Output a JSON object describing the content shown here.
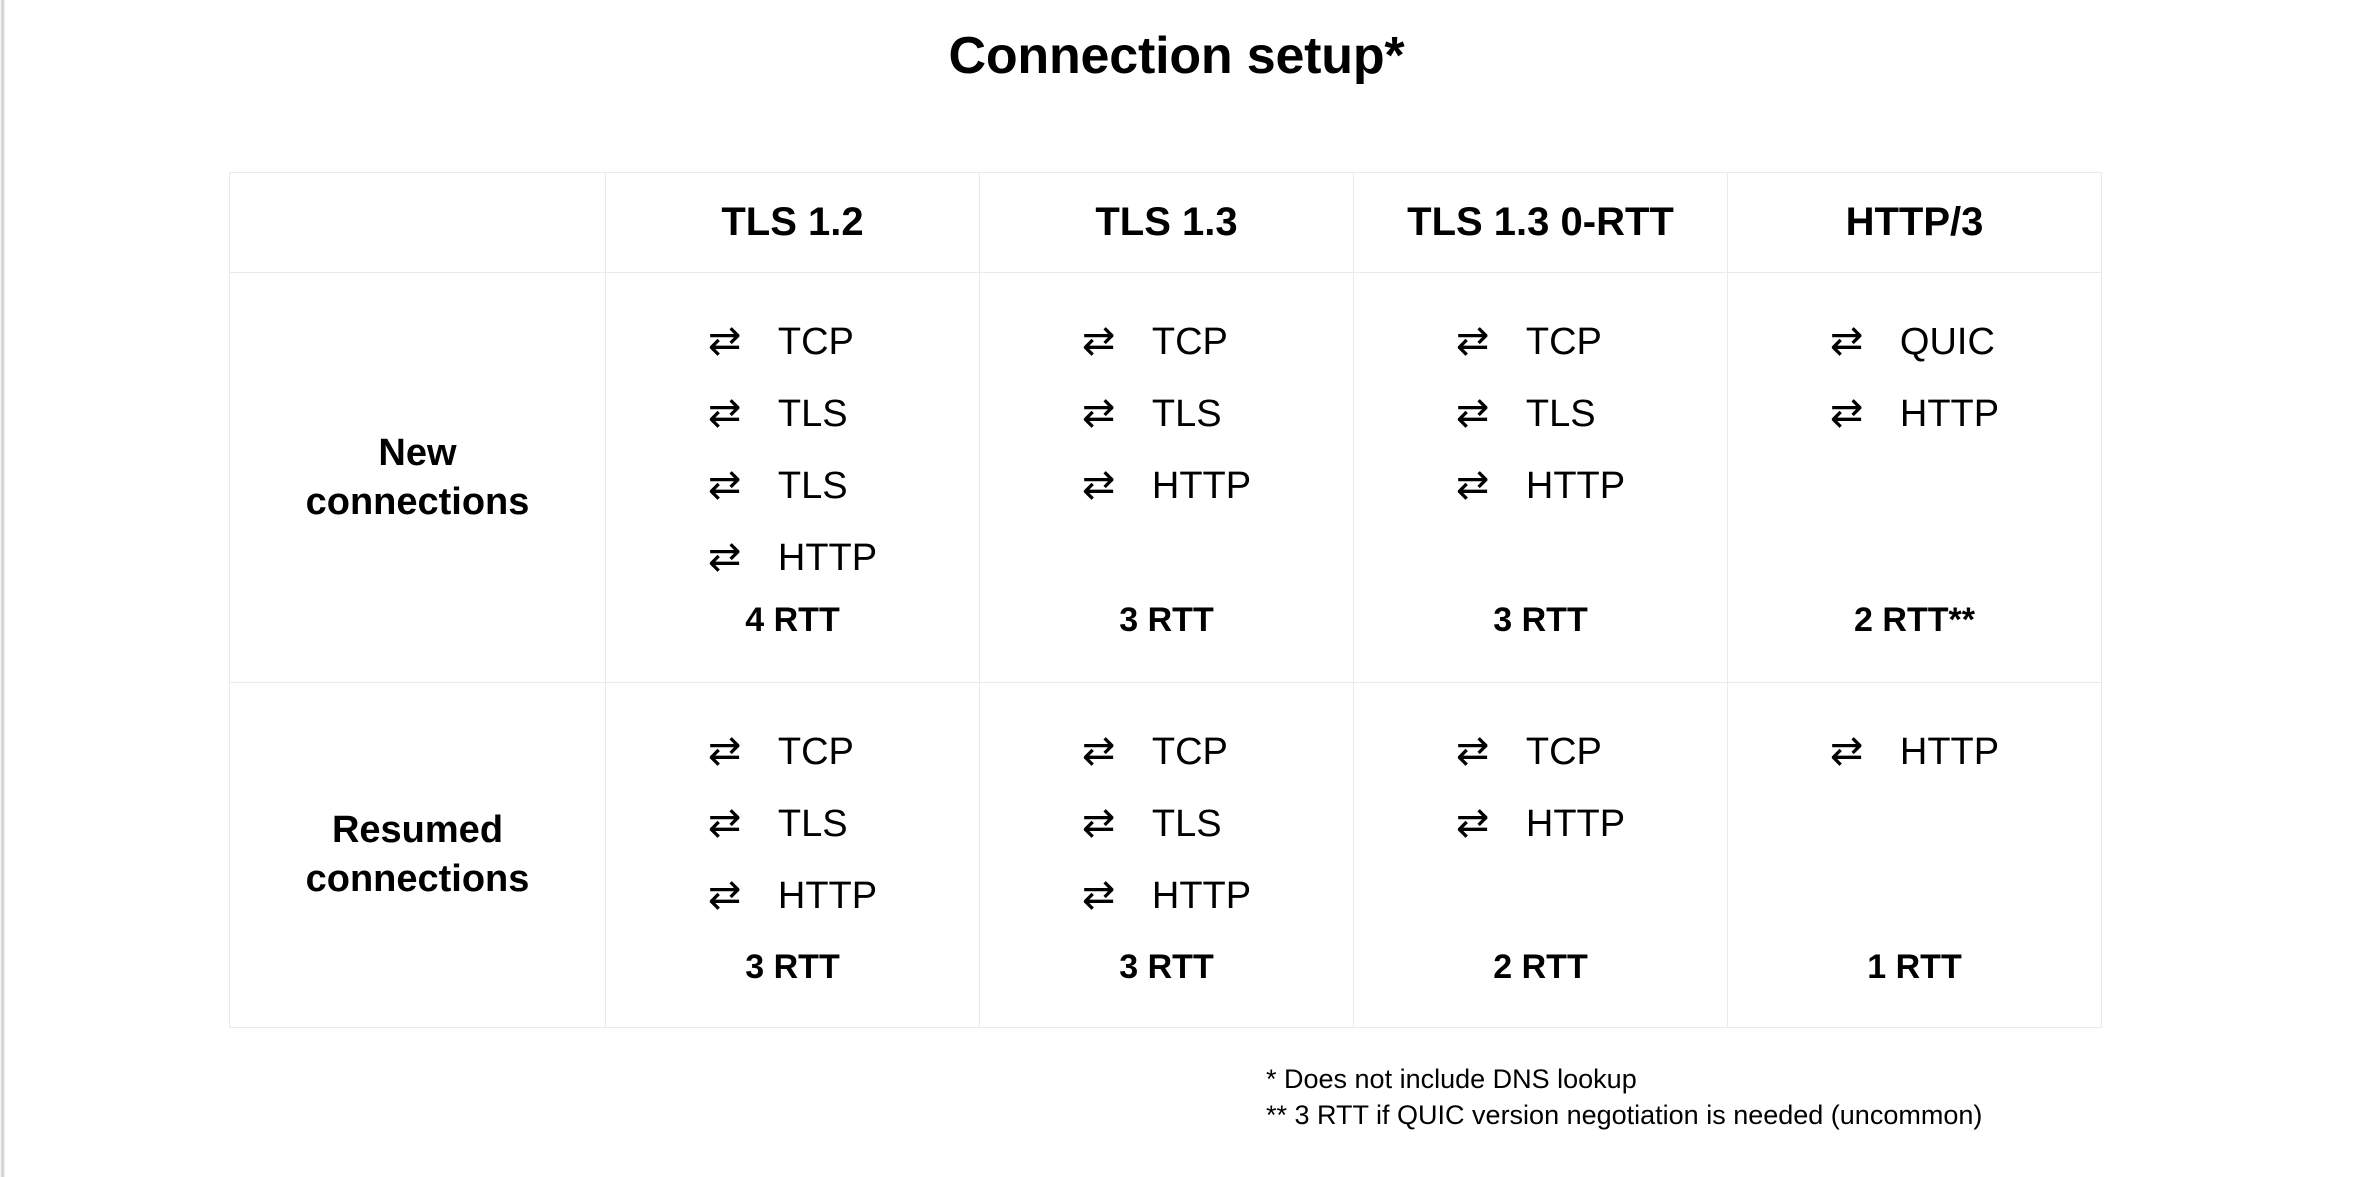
{
  "title": "Connection setup*",
  "table": {
    "corner_label": "",
    "columns": [
      "TLS 1.2",
      "TLS 1.3",
      "TLS 1.3 0-RTT",
      "HTTP/3"
    ],
    "rows": [
      {
        "label_line1": "New",
        "label_line2": "connections",
        "cells": [
          {
            "steps": [
              "TCP",
              "TLS",
              "TLS",
              "HTTP"
            ],
            "rtt": "4 RTT"
          },
          {
            "steps": [
              "TCP",
              "TLS",
              "HTTP"
            ],
            "rtt": "3 RTT"
          },
          {
            "steps": [
              "TCP",
              "TLS",
              "HTTP"
            ],
            "rtt": "3 RTT"
          },
          {
            "steps": [
              "QUIC",
              "HTTP"
            ],
            "rtt": "2 RTT**"
          }
        ]
      },
      {
        "label_line1": "Resumed",
        "label_line2": "connections",
        "cells": [
          {
            "steps": [
              "TCP",
              "TLS",
              "HTTP"
            ],
            "rtt": "3 RTT"
          },
          {
            "steps": [
              "TCP",
              "TLS",
              "HTTP"
            ],
            "rtt": "3 RTT"
          },
          {
            "steps": [
              "TCP",
              "HTTP"
            ],
            "rtt": "2 RTT"
          },
          {
            "steps": [
              "HTTP"
            ],
            "rtt": "1 RTT"
          }
        ]
      }
    ],
    "round_trip_arrow": "⇄"
  },
  "footnotes": [
    "* Does not include DNS lookup",
    "** 3 RTT if QUIC version negotiation is needed (uncommon)"
  ],
  "colors": {
    "background": "#ffffff",
    "text": "#000000",
    "grid": "#eaeaea"
  }
}
